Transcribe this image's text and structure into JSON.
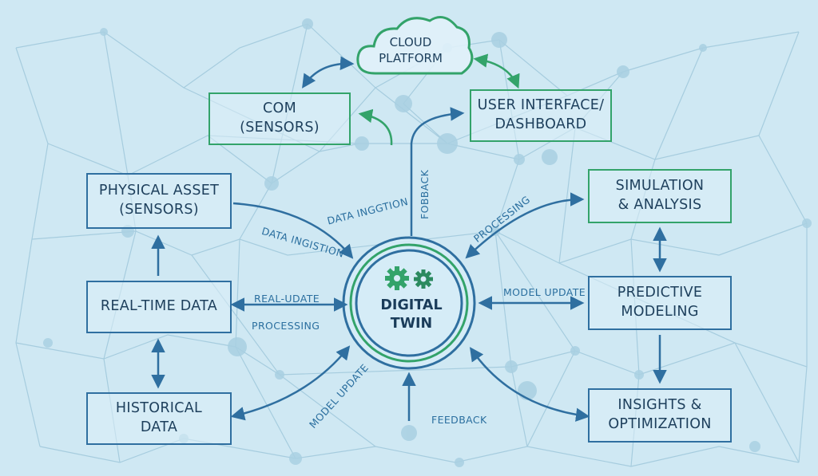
{
  "cloud": {
    "line1": "CLOUD",
    "line2": "PLATFORM"
  },
  "center": {
    "line1": "DIGITAL",
    "line2": "TWIN"
  },
  "boxes": {
    "com_sensors": {
      "line1": "COM",
      "line2": "(SENSORS)"
    },
    "user_interface": {
      "line1": "USER INTERFACE/",
      "line2": "DASHBOARD"
    },
    "physical_asset": {
      "line1": "PHYSICAL ASSET",
      "line2": "(SENSORS)"
    },
    "real_time_data": {
      "line1": "REAL-TIME DATA"
    },
    "historical_data": {
      "line1": "HISTORICAL",
      "line2": "DATA"
    },
    "simulation": {
      "line1": "SIMULATION",
      "line2": "& ANALYSIS"
    },
    "predictive": {
      "line1": "PREDICTIVE",
      "line2": "MODELING"
    },
    "insights": {
      "line1": "INSIGHTS &",
      "line2": "OPTIMIZATION"
    }
  },
  "labels": {
    "data_ingestion_top": "DATA INGGTION",
    "data_ingestion_lower": "DATA INGISTION",
    "feedback_vertical": "FOBBACK",
    "processing_right": "PROCESSING",
    "real_update": "REAL-UDATE",
    "processing_left": "PROCESSING",
    "model_update_right": "MODEL UPDATE",
    "model_update_lower": "MODEL UPDATE",
    "feedback_bottom": "FEEDBACK"
  },
  "colors": {
    "background": "#cfe8f3",
    "blue_border": "#2f6fa0",
    "green_border": "#33a36a",
    "arrow": "#2f6fa0",
    "green_arrow": "#33a36a",
    "network": "#9cc6da"
  },
  "icons": {
    "center": "gears-icon",
    "top": "cloud-icon"
  }
}
